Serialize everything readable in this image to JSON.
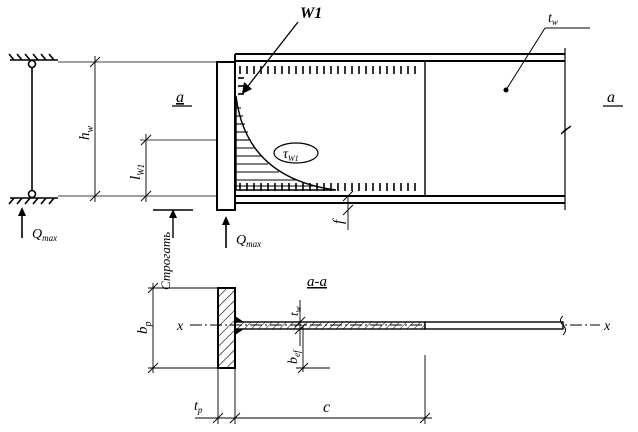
{
  "labels": {
    "weld_w1": "W1",
    "t_w_top": "t",
    "t_w_top_sub": "w",
    "section_a_left": "a",
    "section_a_right": "a",
    "h_w": "h",
    "h_w_sub": "w",
    "l_w1": "l",
    "l_w1_sub": "W1",
    "tau_w1": "τ",
    "tau_w1_sub": "W1",
    "q_max_left": "Q",
    "q_max_left_sub": "max",
    "q_max_right": "Q",
    "q_max_right_sub": "max",
    "f": "f",
    "strogat": "Строгать",
    "section_title": "a-a",
    "b_p": "b",
    "b_p_sub": "p",
    "x_left": "x",
    "x_right": "x",
    "t_w_sec": "t",
    "t_w_sec_sub": "w",
    "b_f": "b",
    "b_f_sub": "ef",
    "t_p": "t",
    "t_p_sub": "p",
    "c": "c"
  }
}
